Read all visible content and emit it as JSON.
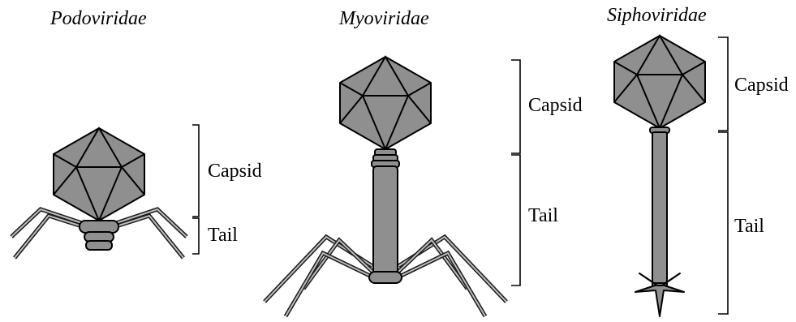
{
  "phages": [
    {
      "family": "Podoviridae",
      "capsid_label": "Capsid",
      "tail_label": "Tail"
    },
    {
      "family": "Myoviridae",
      "capsid_label": "Capsid",
      "tail_label": "Tail"
    },
    {
      "family": "Siphoviridae",
      "capsid_label": "Capsid",
      "tail_label": "Tail"
    }
  ],
  "colors": {
    "fill": "#8f8f8f",
    "outline": "#000000",
    "background": "#ffffff"
  }
}
